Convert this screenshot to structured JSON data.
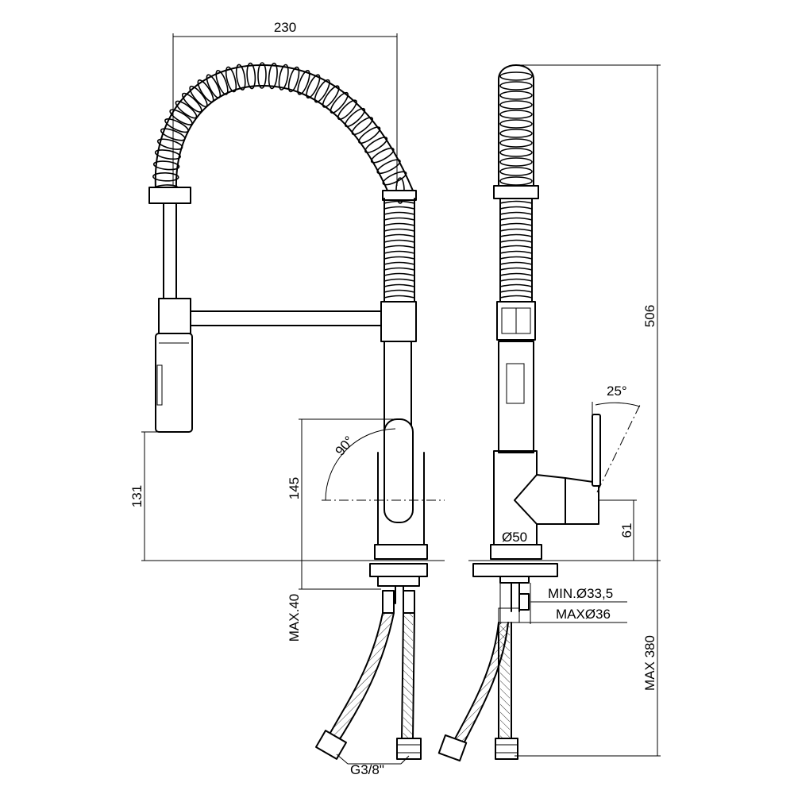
{
  "dimensions": {
    "width_230": "230",
    "height_506": "506",
    "handle_height_145": "145",
    "spray_height_131": "131",
    "angle_90": "90°",
    "angle_25": "25°",
    "diameter_50": "Ø50",
    "side_height_61": "61",
    "max_40": "MAX.40",
    "min_hole": "MIN.Ø33,5",
    "max_hole": "MAXØ36",
    "max_380": "MAX 380",
    "thread": "G3/8\""
  }
}
